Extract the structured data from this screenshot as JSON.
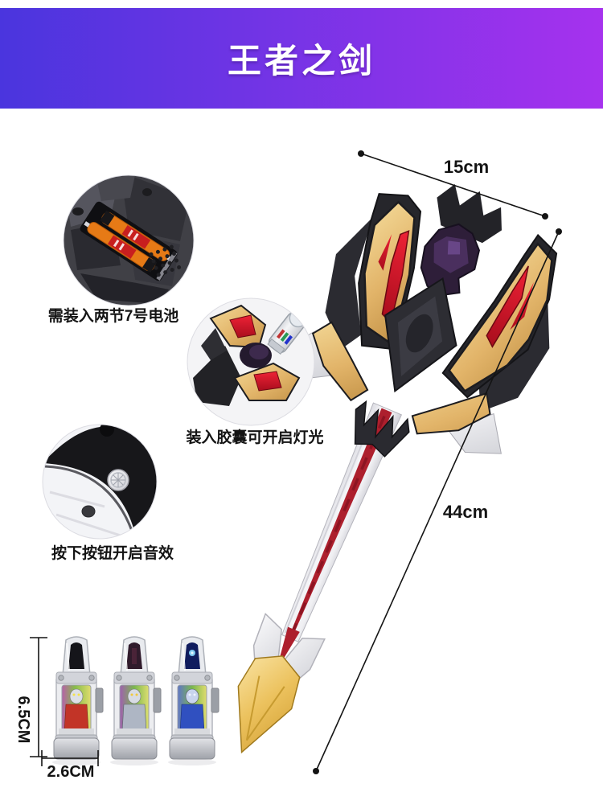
{
  "banner": {
    "title": "王者之剑"
  },
  "callouts": {
    "battery": {
      "label": "需装入两节7号电池"
    },
    "capsule": {
      "label": "装入胶囊可开启灯光"
    },
    "sound": {
      "label": "按下按钮开启音效"
    }
  },
  "dimensions": {
    "head_width": "15cm",
    "total_length": "44cm",
    "capsule_height": "6.5CM",
    "capsule_diameter": "2.6CM"
  },
  "colors": {
    "banner_gradient_left": "#4a35de",
    "banner_gradient_right": "#a632ee",
    "banner_text": "#ffffff",
    "label_text": "#141414",
    "dim_line": "#141414",
    "gold_accent": "#e2b469",
    "red_gem": "#cf1226",
    "blade_red": "#ad1f2d",
    "shell_dark": "#26262b"
  }
}
